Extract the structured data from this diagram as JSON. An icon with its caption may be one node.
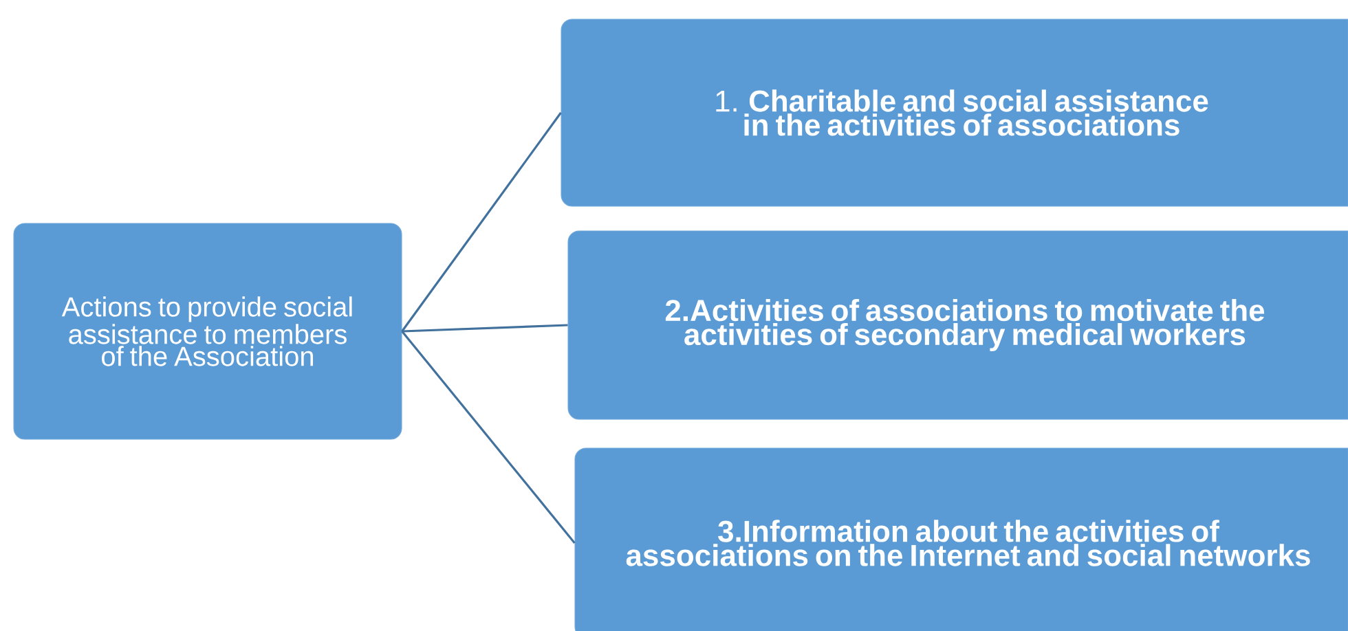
{
  "diagram": {
    "nodes": [
      {
        "text": [
          "Actions to provide social assistance to members of the Association"
        ]
      },
      {
        "text": [
          "1. **Charitable and social assistance in the activities of associations**"
        ]
      },
      {
        "text": [
          "2.Activities  of associations to motivate the activities of secondary medical workers"
        ]
      },
      {
        "text": [
          "3.Information about the activities of associations on the Internet and social networks"
        ]
      }
    ],
    "edges": [
      {
        "from": 0,
        "to": 1,
        "arrow": "none"
      },
      {
        "from": 0,
        "to": 2,
        "arrow": "none"
      },
      {
        "from": 0,
        "to": 3,
        "arrow": "none"
      }
    ]
  }
}
